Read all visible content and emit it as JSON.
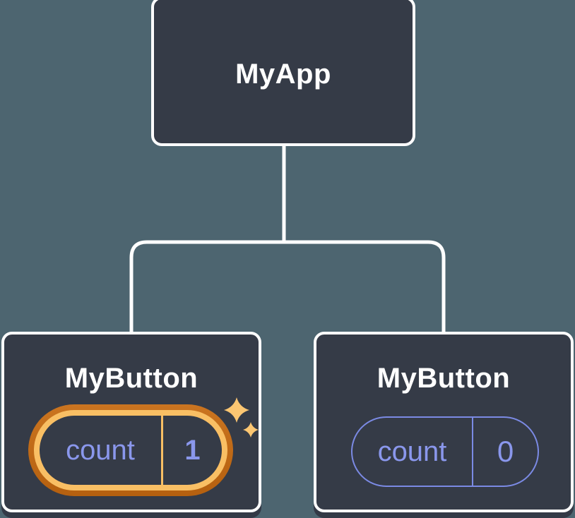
{
  "diagram": {
    "root": {
      "label": "MyApp"
    },
    "children": [
      {
        "label": "MyButton",
        "state": {
          "name": "count",
          "value": "1"
        },
        "highlighted": true,
        "has_sparkles": true
      },
      {
        "label": "MyButton",
        "state": {
          "name": "count",
          "value": "0"
        },
        "highlighted": false,
        "has_sparkles": false
      }
    ]
  },
  "icons": {
    "sparkle": "four-pointed-star"
  },
  "colors": {
    "background": "#4d6570",
    "node-fill": "#353b47",
    "node-border": "#ffffff",
    "connector": "#ffffff",
    "title-text": "#ffffff",
    "state-text": "#8a97ec",
    "state-border": "#7b8ae4",
    "highlight-outer": "#c16a15",
    "highlight-inner": "#f9bf64",
    "sparkle": "#fbc672"
  }
}
